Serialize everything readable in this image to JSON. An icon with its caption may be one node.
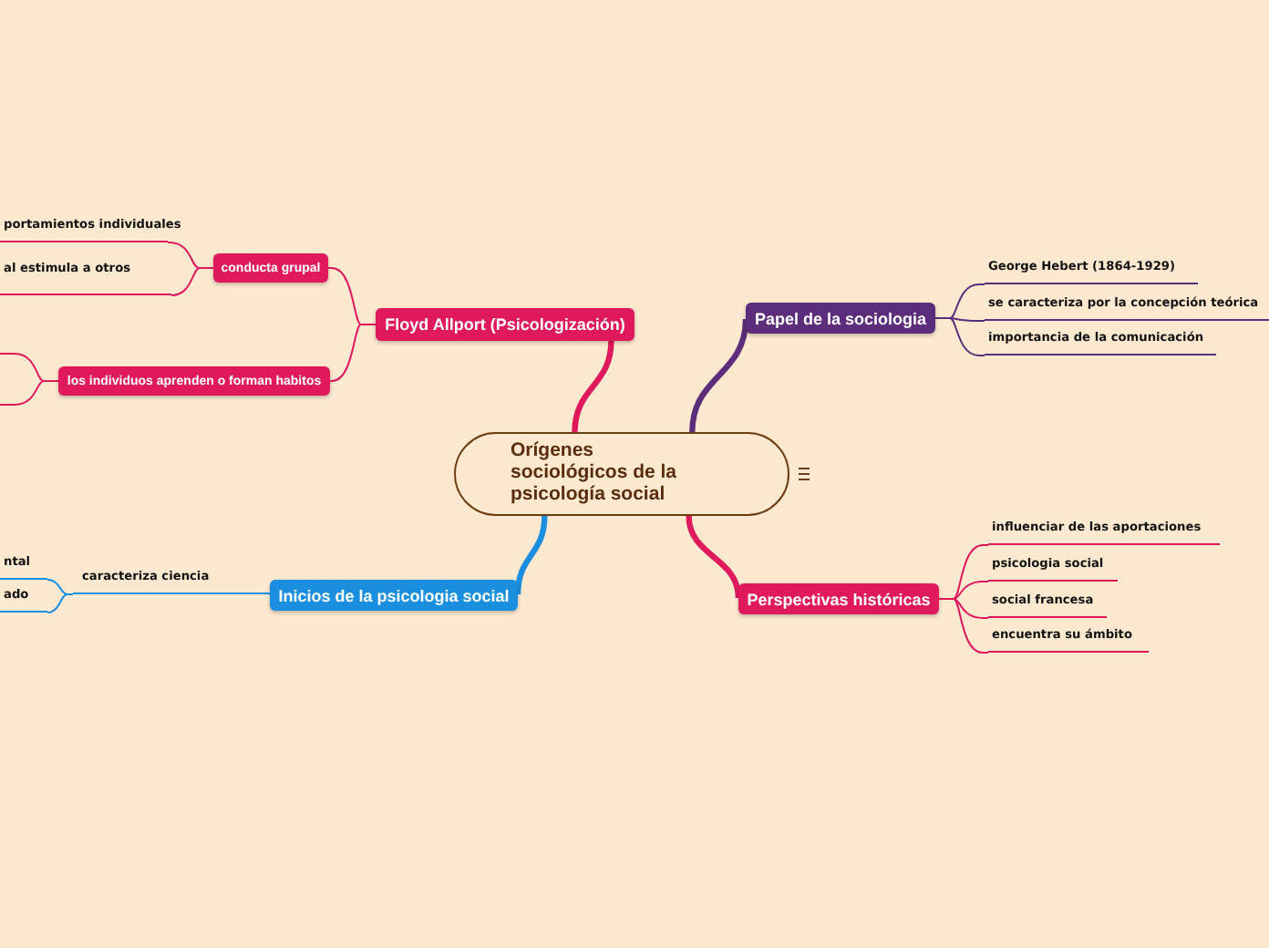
{
  "diagram": {
    "nodes": [
      {
        "text": [
          "Orígenes sociológicos de la psicología social"
        ]
      },
      {
        "text": [
          "Floyd Allport (Psicologización)"
        ]
      },
      {
        "text": [
          "conducta grupal"
        ]
      },
      {
        "text": [
          "portamientos individuales"
        ]
      },
      {
        "text": [
          "al estimula a otros"
        ]
      },
      {
        "text": [
          "los individuos aprenden o forman habitos"
        ]
      },
      {
        "text": [
          "Inicios de la psicologia social"
        ]
      },
      {
        "text": [
          "caracteriza ciencia"
        ]
      },
      {
        "text": [
          "ntal"
        ]
      },
      {
        "text": [
          "ado"
        ]
      },
      {
        "text": [
          "Papel de la sociologia"
        ]
      },
      {
        "text": [
          "George Hebert (1864-1929)"
        ]
      },
      {
        "text": [
          "se caracteriza por la concepción teórica"
        ]
      },
      {
        "text": [
          "importancia de la comunicación"
        ]
      },
      {
        "text": [
          "Perspectivas históricas"
        ]
      },
      {
        "text": [
          "influenciar de las aportaciones"
        ]
      },
      {
        "text": [
          "psicologia social"
        ]
      },
      {
        "text": [
          "social francesa"
        ]
      },
      {
        "text": [
          "encuentra su ámbito"
        ]
      }
    ],
    "edges": [
      {
        "from": 0,
        "to": 1,
        "arrow": "none",
        "style": "thick"
      },
      {
        "from": 1,
        "to": 2,
        "arrow": "none"
      },
      {
        "from": 2,
        "to": 3,
        "arrow": "none"
      },
      {
        "from": 2,
        "to": 4,
        "arrow": "none"
      },
      {
        "from": 1,
        "to": 5,
        "arrow": "none"
      },
      {
        "from": 5,
        "to": null,
        "arrow": "none"
      },
      {
        "from": 5,
        "to": null,
        "arrow": "none"
      },
      {
        "from": 0,
        "to": 6,
        "arrow": "none",
        "style": "thick",
        "color": "#1a8fe0"
      },
      {
        "from": 6,
        "to": 7,
        "arrow": "none",
        "color": "#1a8fe0"
      },
      {
        "from": 7,
        "to": 8,
        "arrow": "none",
        "color": "#1a8fe0"
      },
      {
        "from": 7,
        "to": 9,
        "arrow": "none",
        "color": "#1a8fe0"
      },
      {
        "from": 0,
        "to": 10,
        "arrow": "none",
        "style": "thick",
        "color": "#5c2d7a"
      },
      {
        "from": 10,
        "to": 11,
        "arrow": "none",
        "color": "#5c2d7a"
      },
      {
        "from": 10,
        "to": 12,
        "arrow": "none",
        "color": "#5c2d7a"
      },
      {
        "from": 10,
        "to": 13,
        "arrow": "none",
        "color": "#5c2d7a"
      },
      {
        "from": 0,
        "to": 14,
        "arrow": "none",
        "style": "thick"
      },
      {
        "from": 14,
        "to": 15,
        "arrow": "none"
      },
      {
        "from": 14,
        "to": 16,
        "arrow": "none"
      },
      {
        "from": 14,
        "to": 17,
        "arrow": "none"
      },
      {
        "from": 14,
        "to": 18,
        "arrow": "none"
      }
    ]
  }
}
